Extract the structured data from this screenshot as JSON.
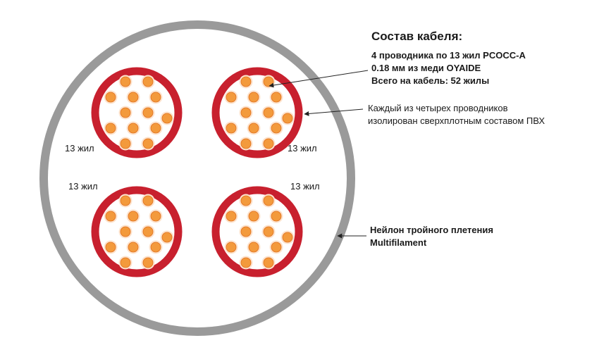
{
  "cable_composition": {
    "title": "Состав кабеля:",
    "lines": [
      "4 проводника по 13 жил PCOCC-A",
      "0.18 мм из меди OYAIDE",
      "Всего на кабель: 52 жилы"
    ]
  },
  "insulation_note": {
    "lines": [
      "Каждый из четырех проводников",
      "изолирован сверхплотным составом ПВХ"
    ]
  },
  "braid_note": {
    "lines": [
      "Нейлон тройного плетения",
      "Multifilament"
    ]
  },
  "conductor_labels": [
    "13 жил",
    "13 жил",
    "13 жил",
    "13 жил"
  ],
  "colors": {
    "outer_sheath": "#9a9a9a",
    "conductor_insulation": "#c8202e",
    "strand": "#f39a3c",
    "strand_outline": "#e06f1c",
    "strand_halo": "#fde3cc",
    "leader_line": "#222222",
    "text": "#1a1a1a"
  }
}
